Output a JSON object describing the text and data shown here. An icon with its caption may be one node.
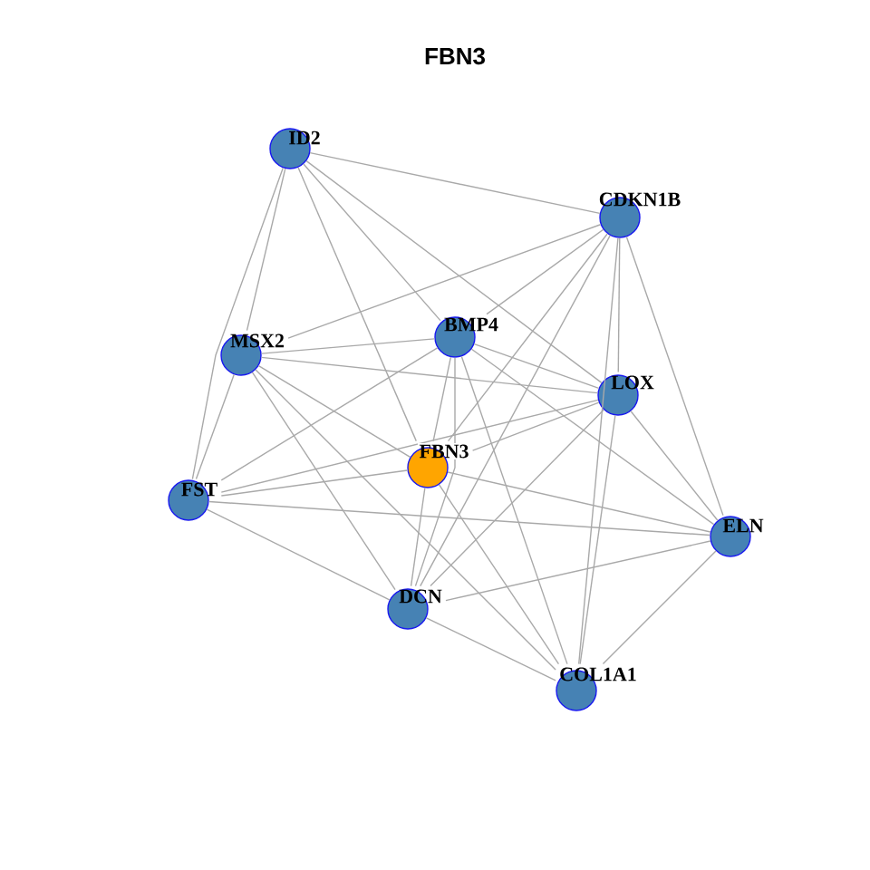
{
  "diagram": {
    "title": "FBN3",
    "nodes": [
      {
        "text": [
          "ID2"
        ]
      },
      {
        "text": [
          "CDKN1B"
        ]
      },
      {
        "text": [
          "BMP4"
        ]
      },
      {
        "text": [
          "MSX2"
        ]
      },
      {
        "text": [
          "LOX"
        ]
      },
      {
        "text": [
          "FBN3"
        ]
      },
      {
        "text": [
          "FST"
        ]
      },
      {
        "text": [
          "ELN"
        ]
      },
      {
        "text": [
          "DCN"
        ]
      },
      {
        "text": [
          "COL1A1"
        ]
      }
    ],
    "edges": [
      {
        "from": 0,
        "to": 1,
        "arrow": "none"
      },
      {
        "from": 0,
        "to": 3,
        "arrow": "none"
      },
      {
        "from": 0,
        "to": 6,
        "arrow": "none"
      },
      {
        "from": 0,
        "to": 2,
        "arrow": "none"
      },
      {
        "from": 0,
        "to": 5,
        "arrow": "none"
      },
      {
        "from": 0,
        "to": 4,
        "arrow": "none"
      },
      {
        "from": 1,
        "to": 3,
        "arrow": "none"
      },
      {
        "from": 1,
        "to": 2,
        "arrow": "none"
      },
      {
        "from": 1,
        "to": 4,
        "arrow": "none"
      },
      {
        "from": 1,
        "to": 7,
        "arrow": "none"
      },
      {
        "from": 1,
        "to": 8,
        "arrow": "none"
      },
      {
        "from": 1,
        "to": 5,
        "arrow": "none"
      },
      {
        "from": 1,
        "to": 9,
        "arrow": "none"
      },
      {
        "from": 2,
        "to": 3,
        "arrow": "none"
      },
      {
        "from": 2,
        "to": 6,
        "arrow": "none"
      },
      {
        "from": 2,
        "to": 4,
        "arrow": "none"
      },
      {
        "from": 2,
        "to": 5,
        "arrow": "none"
      },
      {
        "from": 2,
        "to": 8,
        "arrow": "none"
      },
      {
        "from": 2,
        "to": 9,
        "arrow": "none"
      },
      {
        "from": 2,
        "to": 7,
        "arrow": "none"
      },
      {
        "from": 3,
        "to": 4,
        "arrow": "none"
      },
      {
        "from": 3,
        "to": 6,
        "arrow": "none"
      },
      {
        "from": 3,
        "to": 5,
        "arrow": "none"
      },
      {
        "from": 3,
        "to": 8,
        "arrow": "none"
      },
      {
        "from": 3,
        "to": 9,
        "arrow": "none"
      },
      {
        "from": 4,
        "to": 5,
        "arrow": "none"
      },
      {
        "from": 4,
        "to": 6,
        "arrow": "none"
      },
      {
        "from": 4,
        "to": 7,
        "arrow": "none"
      },
      {
        "from": 4,
        "to": 8,
        "arrow": "none"
      },
      {
        "from": 4,
        "to": 9,
        "arrow": "none"
      },
      {
        "from": 5,
        "to": 7,
        "arrow": "none"
      },
      {
        "from": 5,
        "to": 8,
        "arrow": "none"
      },
      {
        "from": 5,
        "to": 6,
        "arrow": "none"
      },
      {
        "from": 5,
        "to": 9,
        "arrow": "none"
      },
      {
        "from": 6,
        "to": 7,
        "arrow": "none"
      },
      {
        "from": 6,
        "to": 8,
        "arrow": "none"
      },
      {
        "from": 7,
        "to": 8,
        "arrow": "none"
      },
      {
        "from": 7,
        "to": 9,
        "arrow": "none"
      },
      {
        "from": 8,
        "to": 9,
        "arrow": "none"
      }
    ]
  }
}
